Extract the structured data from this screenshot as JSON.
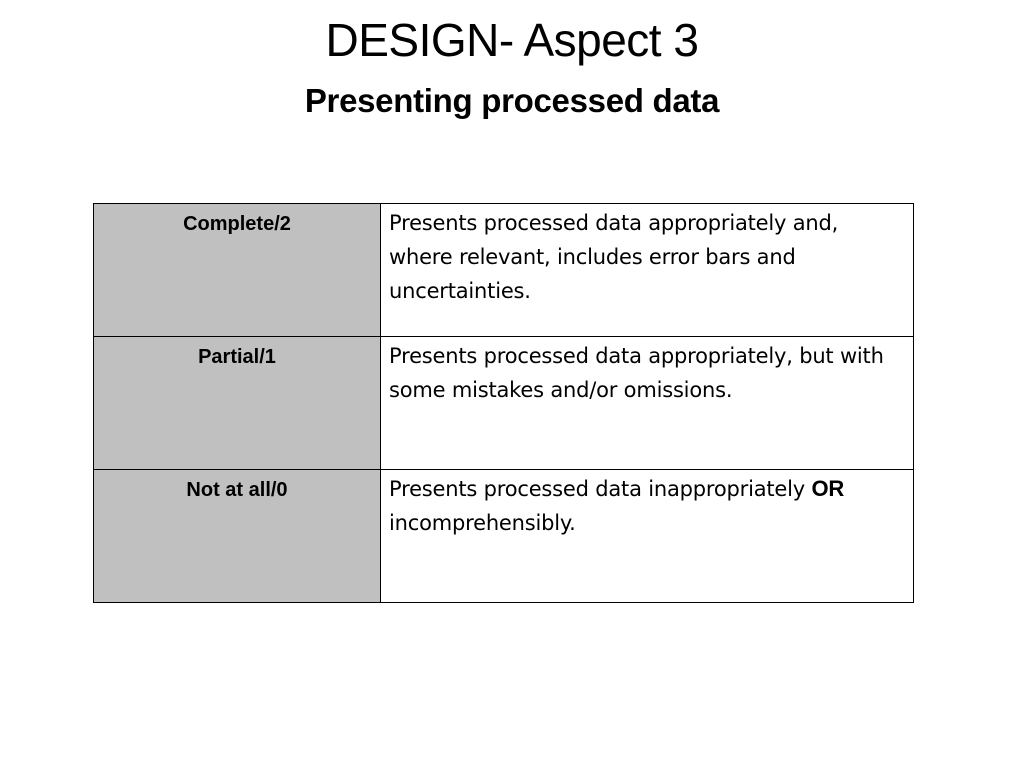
{
  "slide": {
    "title": "DESIGN- Aspect 3",
    "subtitle": "Presenting processed data"
  },
  "rubric": {
    "rows": [
      {
        "level": "Complete/2",
        "description": "Presents processed data appropriately and, where relevant, includes error bars and uncertainties."
      },
      {
        "level": "Partial/1",
        "description": "Presents processed data appropriately, but with some mistakes and/or omissions."
      },
      {
        "level": "Not at all/0",
        "description_before": "Presents processed data inappropriately ",
        "description_emphasis": "OR",
        "description_after": " incomprehensibly."
      }
    ]
  }
}
